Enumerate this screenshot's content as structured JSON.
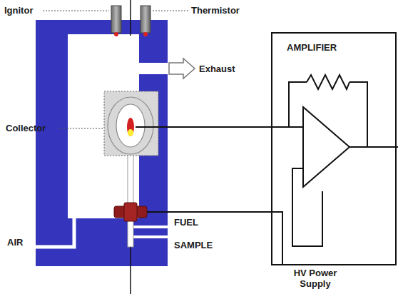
{
  "diagram": {
    "nodes": [
      {
        "text": [
          "AMPLIFIER"
        ]
      }
    ],
    "labels": [
      "Ignitor",
      "Thermistor",
      "Exhaust",
      "Collector",
      "FUEL",
      "SAMPLE",
      "AIR",
      "HV Power Supply"
    ]
  }
}
